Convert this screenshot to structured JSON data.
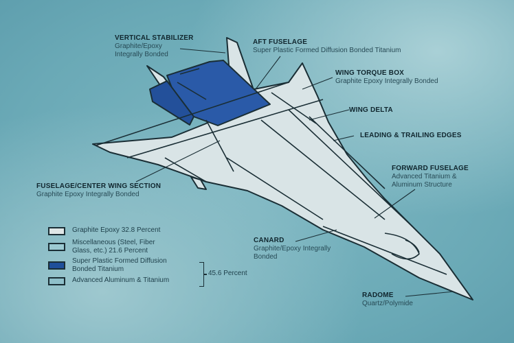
{
  "colors": {
    "background": "#6aa9b6",
    "airframe_fill": "#d9e4e6",
    "titanium_blue": "#2a5aa8",
    "line": "#1a2e35"
  },
  "callouts": {
    "vertical_stabilizer": {
      "title": "VERTICAL STABILIZER",
      "desc1": "Graphite/Epoxy",
      "desc2": "Integrally Bonded"
    },
    "aft_fuselage": {
      "title": "AFT FUSELAGE",
      "desc1": "Super Plastic Formed Diffusion Bonded Titanium"
    },
    "wing_torque_box": {
      "title": "WING TORQUE BOX",
      "desc1": "Graphite Epoxy Integrally Bonded"
    },
    "wing_delta": {
      "title": "WING DELTA"
    },
    "leading_trailing_edges": {
      "title": "LEADING & TRAILING EDGES"
    },
    "forward_fuselage": {
      "title": "FORWARD FUSELAGE",
      "desc1": "Advanced Titanium &",
      "desc2": "Aluminum Structure"
    },
    "fuselage_center_wing": {
      "title": "FUSELAGE/CENTER WING SECTION",
      "desc1": "Graphite  Epoxy Integrally Bonded"
    },
    "canard": {
      "title": "CANARD",
      "desc1": "Graphite/Epoxy Integrally",
      "desc2": "Bonded"
    },
    "radome": {
      "title": "RADOME",
      "desc1": "Quartz/Polymide"
    }
  },
  "legend": {
    "items": [
      {
        "label": "Graphite Epoxy 32.8 Percent",
        "swatch": "#dfe6e6"
      },
      {
        "label": "Miscellaneous (Steel, Fiber Glass, etc.) 21.6 Percent",
        "swatch": "#9ccad2"
      },
      {
        "label": "Super Plastic Formed Diffusion Bonded Titanium",
        "swatch": "#1f4f9a"
      },
      {
        "label": "Advanced Aluminum & Titanium",
        "swatch": "#8fc0ca"
      }
    ],
    "group_total": "45.6 Percent"
  }
}
